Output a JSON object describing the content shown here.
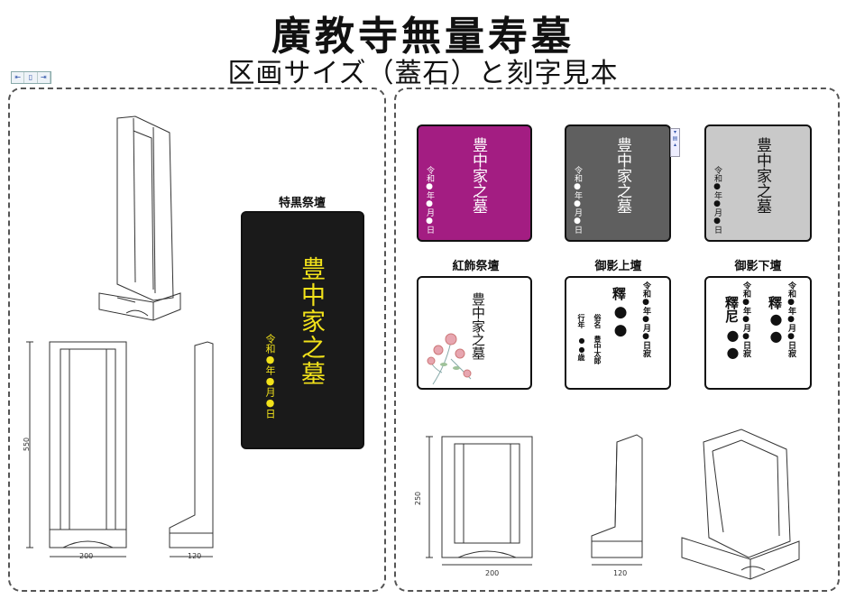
{
  "header": {
    "title": "廣教寺無量寿墓",
    "subtitle": "区画サイズ（蓋石）と刻字見本"
  },
  "toolbar": {
    "icons": [
      "first-icon",
      "page-icon",
      "last-icon"
    ],
    "glyphs": [
      "⇤",
      "▯",
      "⇥"
    ]
  },
  "left_panel": {
    "dims": {
      "height": "550",
      "width": "200",
      "depth": "120"
    },
    "sample": {
      "label": "特黒祭壇",
      "main_text": "豊中家之墓",
      "date_text": "令和●年●月●日",
      "bg_color": "#1a1a1a",
      "text_color": "#f2e21a"
    }
  },
  "right_panel": {
    "top_cards": [
      {
        "main_text": "豊中家之墓",
        "date_text": "令和●年●月●日",
        "bg_color": "#a31d82",
        "text_color": "#ffffff"
      },
      {
        "main_text": "豊中家之墓",
        "date_text": "令和●年●月●日",
        "bg_color": "#5f5f5f",
        "text_color": "#ffffff"
      },
      {
        "main_text": "豊中家之墓",
        "date_text": "令和●年●月●日",
        "bg_color": "#c9c9c9",
        "text_color": "#111111"
      }
    ],
    "labels": [
      "紅飾祭壇",
      "御影上壇",
      "御影下壇"
    ],
    "mid_cards": [
      {
        "main_text": "豊中家之墓"
      },
      {
        "shaku": "釋",
        "marks": "●●",
        "date_text": "令和●年●月●日寂",
        "name_label": "俗名",
        "name": "豊中太郎",
        "age_label": "行年",
        "age": "●●歳"
      },
      {
        "shaku_a": "釋",
        "marks_a": "●●",
        "date_a": "令和●年●月●日寂",
        "shaku_b": "釋尼",
        "marks_b": "●●",
        "date_b": "令和●年●月●日寂"
      }
    ],
    "dims": {
      "height": "250",
      "width": "200",
      "depth": "120"
    }
  }
}
